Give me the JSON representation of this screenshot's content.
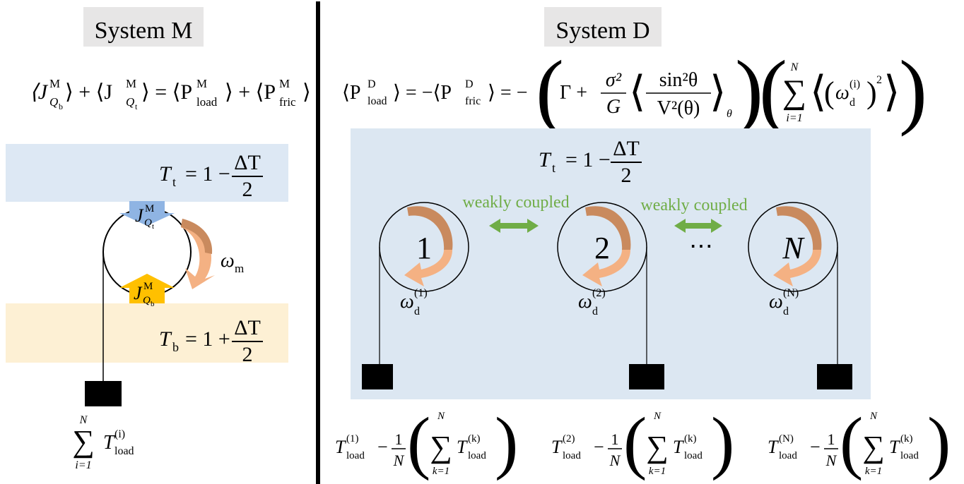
{
  "left": {
    "title": "System M",
    "equation": {
      "lhs1": "⟨J",
      "lhs1_sup": "M",
      "lhs1_sub": "Q",
      "lhs1_subsub": "b",
      "plus1": "⟩ + ⟨J",
      "lhs2_sup": "M",
      "lhs2_sub": "Q",
      "lhs2_subsub": "t",
      "eq": "⟩ = ⟨P",
      "rhs1_sup": "M",
      "rhs1_sub": "load",
      "plus2": "⟩ + ⟨P",
      "rhs2_sup": "M",
      "rhs2_sub": "fric",
      "end": "⟩"
    },
    "top_bath": {
      "label_var": "T",
      "label_sub": "t",
      "label_expr": "= 1 −",
      "frac_num": "ΔT",
      "frac_den": "2",
      "color": "#dde8f4"
    },
    "bottom_bath": {
      "label_var": "T",
      "label_sub": "b",
      "label_expr": "= 1 +",
      "frac_num": "ΔT",
      "frac_den": "2",
      "color": "#fdf0d4"
    },
    "flux_top": {
      "var": "J",
      "sup": "M",
      "sub": "Q",
      "subsub": "t",
      "color": "#8fb4e3"
    },
    "flux_bottom": {
      "var": "J",
      "sup": "M",
      "sub": "Q",
      "subsub": "b",
      "color": "#ffc000"
    },
    "omega": {
      "var": "ω",
      "sub": "m"
    },
    "load": {
      "sum_top": "N",
      "sum_bottom": "i=1",
      "var": "T",
      "sup": "(i)",
      "sub": "load"
    }
  },
  "right": {
    "title": "System D",
    "equation": {
      "p_load": "⟨P",
      "p_load_sup": "D",
      "p_load_sub": "load",
      "eq1": "⟩ = −⟨P",
      "p_fric_sup": "D",
      "p_fric_sub": "fric",
      "eq2": "⟩ = −",
      "gamma": "Γ +",
      "sigma_num": "σ²",
      "sigma_den": "G",
      "sin_num": "sin²θ",
      "sin_den": "V²(θ)",
      "theta_sub": "θ",
      "sum_top": "N",
      "sum_bottom": "i=1",
      "omega_var": "ω",
      "omega_sub": "d",
      "omega_sup": "(i)",
      "square": "2"
    },
    "bath": {
      "label_var": "T",
      "label_sub": "t",
      "label_expr": "= 1 −",
      "frac_num": "ΔT",
      "frac_den": "2",
      "color": "#dce7f2"
    },
    "coupling_label": "weakly coupled",
    "coupling_color": "#70ad47",
    "ellipsis": "⋯",
    "rotors": [
      {
        "label": "1",
        "omega_var": "ω",
        "omega_sub": "d",
        "omega_sup": "(1)"
      },
      {
        "label": "2",
        "omega_var": "ω",
        "omega_sub": "d",
        "omega_sup": "(2)"
      },
      {
        "label": "N",
        "omega_var": "ω",
        "omega_sub": "d",
        "omega_sup": "(N)"
      }
    ],
    "loads": [
      {
        "var": "T",
        "sup": "(1)",
        "sub": "load",
        "minus": "−",
        "one": "1",
        "n": "N",
        "sum_top": "N",
        "sum_bottom": "k=1",
        "inner_var": "T",
        "inner_sup": "(k)",
        "inner_sub": "load"
      },
      {
        "var": "T",
        "sup": "(2)",
        "sub": "load",
        "minus": "−",
        "one": "1",
        "n": "N",
        "sum_top": "N",
        "sum_bottom": "k=1",
        "inner_var": "T",
        "inner_sup": "(k)",
        "inner_sub": "load"
      },
      {
        "var": "T",
        "sup": "(N)",
        "sub": "load",
        "minus": "−",
        "one": "1",
        "n": "N",
        "sum_top": "N",
        "sum_bottom": "k=1",
        "inner_var": "T",
        "inner_sup": "(k)",
        "inner_sub": "load"
      }
    ]
  },
  "colors": {
    "arrow_dark": "#c98a5e",
    "arrow_light": "#f4b183",
    "title_bg": "#e7e6e6"
  }
}
